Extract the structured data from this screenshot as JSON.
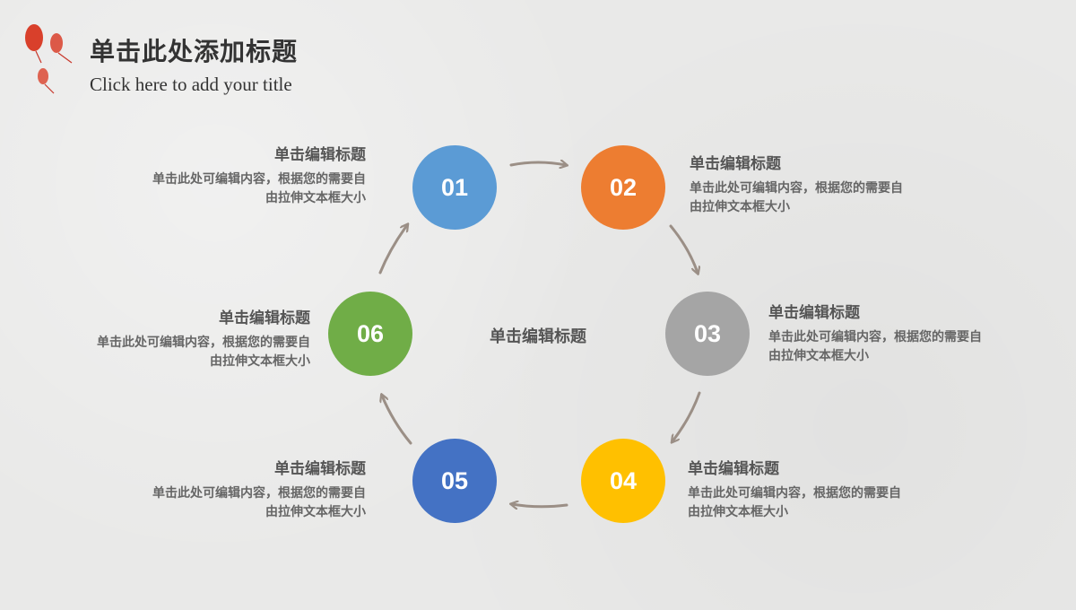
{
  "header": {
    "title": "单击此处添加标题",
    "subtitle": "Click here to add your title"
  },
  "center_label": "单击编辑标题",
  "nodes": [
    {
      "label": "01",
      "color": "#5b9bd5"
    },
    {
      "label": "02",
      "color": "#ed7d31"
    },
    {
      "label": "03",
      "color": "#a5a5a5"
    },
    {
      "label": "04",
      "color": "#ffc000"
    },
    {
      "label": "05",
      "color": "#4472c4"
    },
    {
      "label": "06",
      "color": "#70ad47"
    }
  ],
  "blocks": [
    {
      "title": "单击编辑标题",
      "line1": "单击此处可编辑内容，根据您的需要自",
      "line2": "由拉伸文本框大小"
    },
    {
      "title": "单击编辑标题",
      "line1": "单击此处可编辑内容，根据您的需要自",
      "line2": "由拉伸文本框大小"
    },
    {
      "title": "单击编辑标题",
      "line1": "单击此处可编辑内容，根据您的需要自",
      "line2": "由拉伸文本框大小"
    },
    {
      "title": "单击编辑标题",
      "line1": "单击此处可编辑内容，根据您的需要自",
      "line2": "由拉伸文本框大小"
    },
    {
      "title": "单击编辑标题",
      "line1": "单击此处可编辑内容，根据您的需要自",
      "line2": "由拉伸文本框大小"
    },
    {
      "title": "单击编辑标题",
      "line1": "单击此处可编辑内容，根据您的需要自",
      "line2": "由拉伸文本框大小"
    }
  ],
  "colors": {
    "arrow": "#9b8f86",
    "lantern": "#d9402b"
  }
}
